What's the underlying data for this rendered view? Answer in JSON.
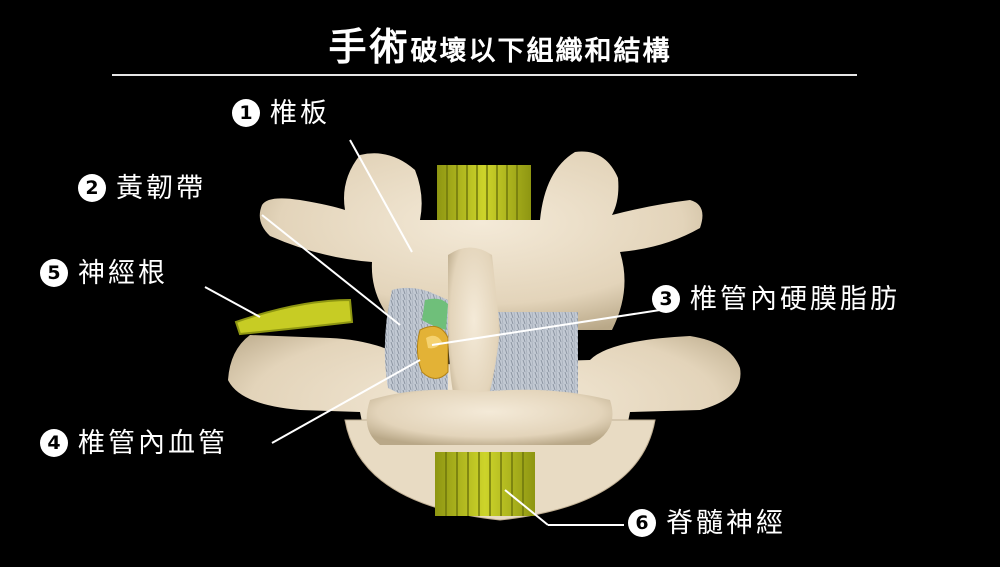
{
  "title": {
    "main": "手術",
    "sub": "破壞以下組織和結構"
  },
  "labels": [
    {
      "num": "1",
      "text": "椎板"
    },
    {
      "num": "2",
      "text": "黃韌帶"
    },
    {
      "num": "3",
      "text": "椎管內硬膜脂肪"
    },
    {
      "num": "4",
      "text": "椎管內血管"
    },
    {
      "num": "5",
      "text": "神經根"
    },
    {
      "num": "6",
      "text": "脊髓神經"
    }
  ],
  "colors": {
    "bone": "#e9dcc5",
    "nerve": "#b9bf1e",
    "ligament": "#b8c0cc",
    "fat": "#e3b236",
    "background": "#000000"
  }
}
